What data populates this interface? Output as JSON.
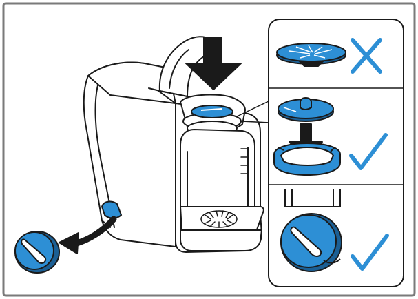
{
  "colors": {
    "accent_blue": "#2d8fd5",
    "dark_blue": "#1b5f94",
    "line_black": "#1a1a1a",
    "frame_gray": "#7a7a7a",
    "white": "#ffffff"
  },
  "icons": {
    "wrong": "cross-mark-icon",
    "right": "check-mark-icon",
    "down_arrow": "down-arrow-icon",
    "out_arrow": "curved-arrow-icon"
  },
  "panels": [
    {
      "id": "panel-1",
      "verdict": "wrong"
    },
    {
      "id": "panel-2",
      "verdict": "right"
    },
    {
      "id": "panel-3",
      "verdict": "right"
    }
  ]
}
